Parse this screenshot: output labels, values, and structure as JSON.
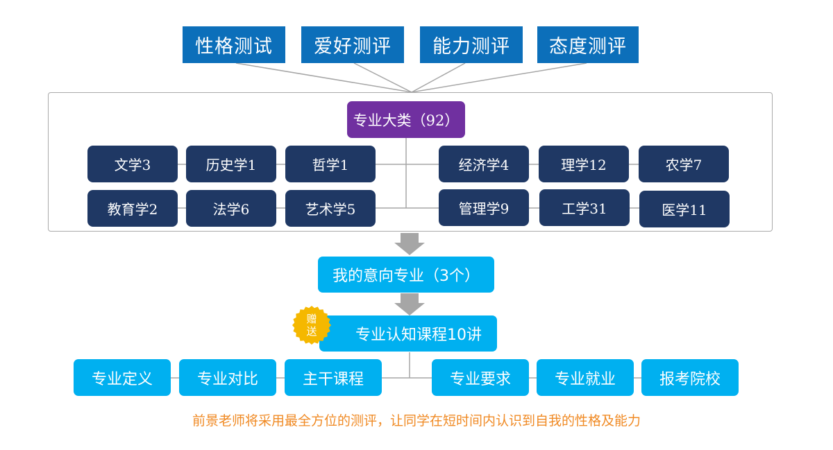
{
  "tests": [
    "性格测试",
    "爱好测评",
    "能力测评",
    "态度测评"
  ],
  "major_categories": {
    "root": "专业大类（92）",
    "left_row1": [
      "文学3",
      "历史学1",
      "哲学1"
    ],
    "left_row2": [
      "教育学2",
      "法学6",
      "艺术学5"
    ],
    "right_row1": [
      "经济学4",
      "理学12",
      "农学7"
    ],
    "right_row2": [
      "管理学9",
      "工学31",
      "医学11"
    ]
  },
  "intended_majors": "我的意向专业（3个）",
  "course": {
    "badge": [
      "赠",
      "送"
    ],
    "label": "专业认知课程10讲"
  },
  "course_topics": [
    "专业定义",
    "专业对比",
    "主干课程",
    "专业要求",
    "专业就业",
    "报考院校"
  ],
  "note": "前景老师将采用最全方位的测评，让同学在短时间内认识到自我的性格及能力",
  "colors": {
    "test_box": "#0c6fba",
    "root_box": "#7030a0",
    "category_box": "#1f3864",
    "light_box": "#00b0f0",
    "badge": "#f5b800",
    "note_text": "#f08a24",
    "arrow": "#a6a6a6"
  }
}
